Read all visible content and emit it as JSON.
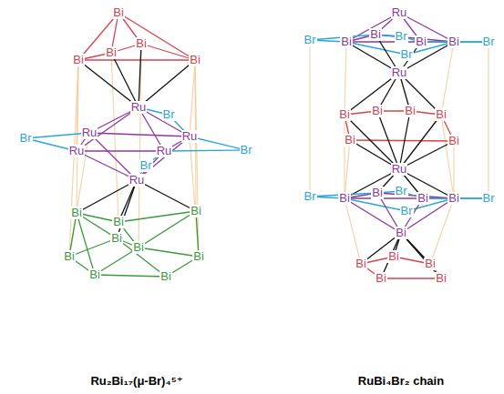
{
  "diagram": {
    "labels": [
      "Bi",
      "Bi",
      "Bi",
      "Bi",
      "Bi",
      "Ru",
      "Br",
      "Br",
      "Ru",
      "Ru",
      "Ru",
      "Ru",
      "Br",
      "Br",
      "Ru",
      "Bi",
      "Bi",
      "Bi",
      "Bi",
      "Bi",
      "Bi",
      "Bi",
      "Bi",
      "Bi",
      "Ru₂Bi₁₇(μ-Br)₄⁵⁺",
      "Ru",
      "Br",
      "Bi",
      "Bi",
      "Br",
      "Bi",
      "Bi",
      "Br",
      "Br",
      "Ru",
      "Bi",
      "Bi",
      "Bi",
      "Bi",
      "Bi",
      "Bi",
      "Ru",
      "Br",
      "Bi",
      "Bi",
      "Br",
      "Bi",
      "Bi",
      "Br",
      "Br",
      "Bi",
      "Bi",
      "Bi",
      "Bi",
      "Bi",
      "Bi",
      "RuBi₄Br₂ chain"
    ]
  }
}
